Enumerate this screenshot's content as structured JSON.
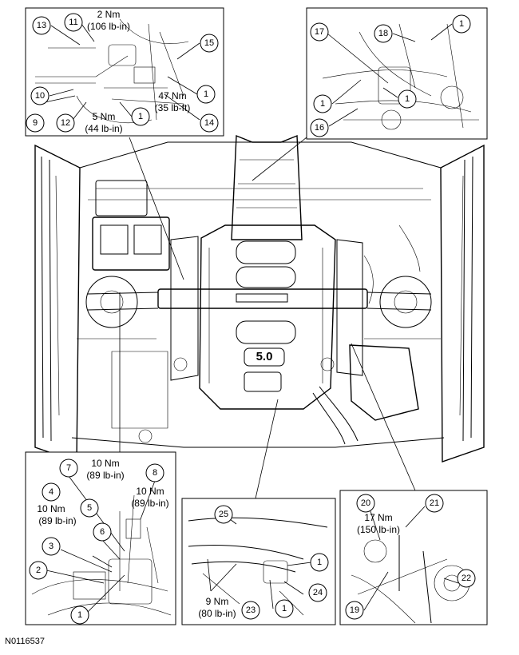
{
  "figure_id": "N0116537",
  "badge_text": "5.0",
  "callouts": {
    "c1a": "1",
    "c1b": "1",
    "c1c": "1",
    "c1d": "1",
    "c1e": "1",
    "c1f": "1",
    "c1g": "1",
    "c1h": "1",
    "c2": "2",
    "c3": "3",
    "c4": "4",
    "c5": "5",
    "c6": "6",
    "c7": "7",
    "c8": "8",
    "c9": "9",
    "c10": "10",
    "c11": "11",
    "c12": "12",
    "c13": "13",
    "c14": "14",
    "c15": "15",
    "c16": "16",
    "c17": "17",
    "c18": "18",
    "c19": "19",
    "c20": "20",
    "c21": "21",
    "c22": "22",
    "c23": "23",
    "c24": "24",
    "c25": "25"
  },
  "torque": {
    "t_2nm": "2 Nm",
    "t_106": "(106 lb-in)",
    "t_5nm": "5 Nm",
    "t_44": "(44 lb-in)",
    "t_47nm": "47 Nm",
    "t_35": "(35 lb-ft)",
    "t_10nm_a": "10 Nm",
    "t_89_a": "(89 lb-in)",
    "t_10nm_b": "10 Nm",
    "t_89_b": "(89 lb-in)",
    "t_10nm_c": "10 Nm",
    "t_89_c": "(89 lb-in)",
    "t_9nm": "9 Nm",
    "t_80": "(80 lb-in)",
    "t_17nm": "17 Nm",
    "t_150": "(150 lb-in)"
  }
}
